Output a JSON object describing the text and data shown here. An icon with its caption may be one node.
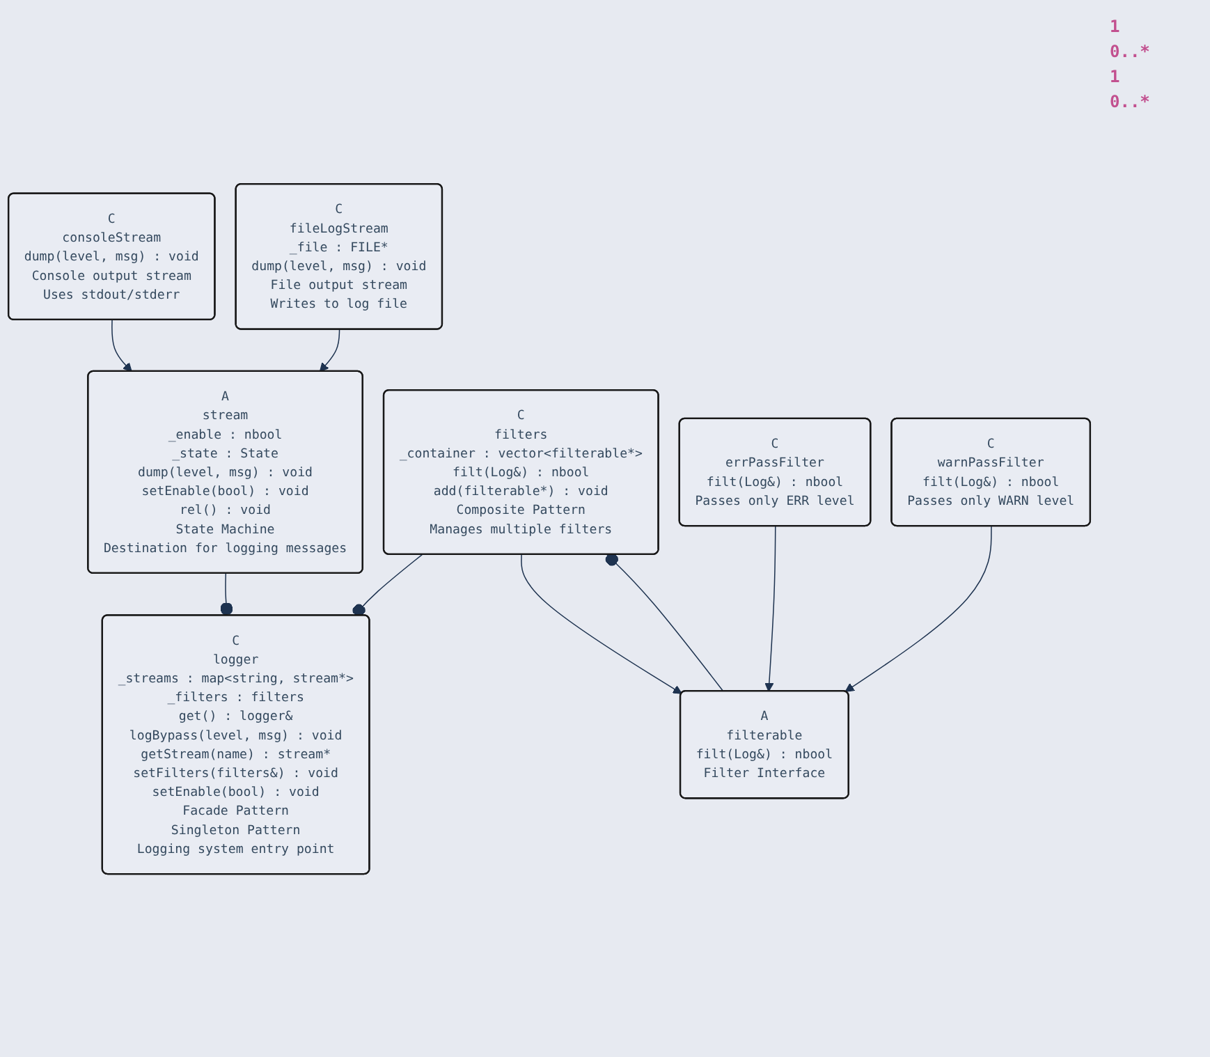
{
  "diagram": {
    "nodes": [
      {
        "text": [
          "C",
          "logger",
          "_streams : map<string, stream*>",
          "_filters : filters",
          "get() : logger&",
          "logBypass(level, msg) : void",
          "getStream(name) : stream*",
          "setFilters(filters&) : void",
          "setEnable(bool) : void",
          "Facade Pattern",
          "Singleton Pattern",
          "Logging system entry point"
        ]
      },
      {
        "text": [
          "A",
          "stream",
          "_enable : nbool",
          "_state : State",
          "dump(level, msg) : void",
          "setEnable(bool) : void",
          "rel() : void",
          "State Machine",
          "Destination for logging messages"
        ]
      },
      {
        "text": [
          "C",
          "filters",
          "_container : vector<filterable*>",
          "filt(Log&) : nbool",
          "add(filterable*) : void",
          "Composite Pattern",
          "Manages multiple filters"
        ]
      },
      {
        "text": [
          "C",
          "consoleStream",
          "dump(level, msg) : void",
          "Console output stream",
          "Uses stdout/stderr"
        ]
      },
      {
        "text": [
          "C",
          "fileLogStream",
          "_file : FILE*",
          "dump(level, msg) : void",
          "File output stream",
          "Writes to log file"
        ]
      },
      {
        "text": [
          "A",
          "filterable",
          "filt(Log&) : nbool",
          "Filter Interface"
        ]
      },
      {
        "text": [
          "C",
          "errPassFilter",
          "filt(Log&) : nbool",
          "Passes only ERR level"
        ]
      },
      {
        "text": [
          "C",
          "warnPassFilter",
          "filt(Log&) : nbool",
          "Passes only WARN level"
        ]
      }
    ],
    "edges": [
      {
        "from": 0,
        "to": 1,
        "arrow": "other"
      },
      {
        "from": 0,
        "to": 2,
        "arrow": "other"
      },
      {
        "from": 3,
        "to": 1,
        "arrow": "to"
      },
      {
        "from": 4,
        "to": 1,
        "arrow": "to"
      },
      {
        "from": 2,
        "to": 5,
        "arrow": "other"
      },
      {
        "from": 2,
        "to": 5,
        "arrow": "to"
      },
      {
        "from": 6,
        "to": 5,
        "arrow": "to"
      },
      {
        "from": 7,
        "to": 5,
        "arrow": "to"
      }
    ],
    "labels": [
      "1",
      "0..*",
      "1",
      "0..*"
    ]
  }
}
